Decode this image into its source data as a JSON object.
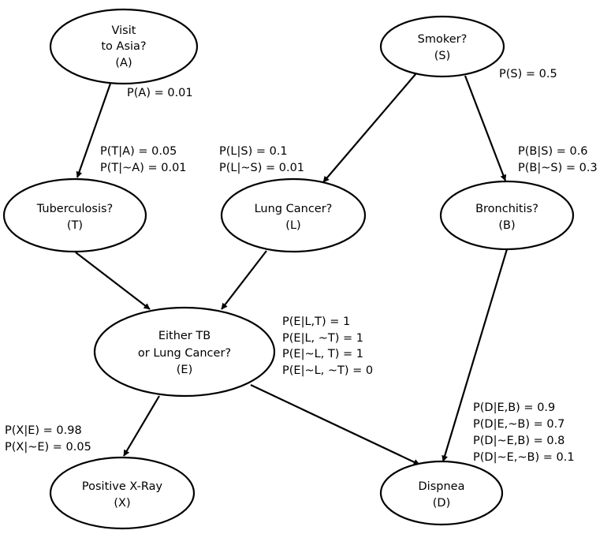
{
  "nodes": {
    "asia": {
      "lines": [
        "Visit",
        "to Asia?",
        "(A)"
      ]
    },
    "smoker": {
      "lines": [
        "Smoker?",
        "(S)"
      ]
    },
    "tb": {
      "lines": [
        "Tuberculosis?",
        "(T)"
      ]
    },
    "lung": {
      "lines": [
        "Lung Cancer?",
        "(L)"
      ]
    },
    "bronchitis": {
      "lines": [
        "Bronchitis?",
        "(B)"
      ]
    },
    "either": {
      "lines": [
        "Either TB",
        "or Lung Cancer?",
        "(E)"
      ]
    },
    "xray": {
      "lines": [
        "Positive X-Ray",
        "(X)"
      ]
    },
    "dispnea": {
      "lines": [
        "Dispnea",
        "(D)"
      ]
    }
  },
  "cpts": {
    "asia": [
      "P(A) = 0.01"
    ],
    "smoker": [
      "P(S) = 0.5"
    ],
    "tb": [
      "P(T|A) = 0.05",
      "P(T|~A) = 0.01"
    ],
    "lung": [
      "P(L|S) = 0.1",
      "P(L|~S) = 0.01"
    ],
    "bronchitis": [
      "P(B|S) = 0.6",
      "P(B|~S) = 0.3"
    ],
    "either": [
      "P(E|L,T) = 1",
      "P(E|L, ~T) = 1",
      "P(E|~L, T) = 1",
      "P(E|~L, ~T) = 0"
    ],
    "xray": [
      "P(X|E) = 0.98",
      "P(X|~E) = 0.05"
    ],
    "dispnea": [
      "P(D|E,B) = 0.9",
      "P(D|E,~B) = 0.7",
      "P(D|~E,B) = 0.8",
      "P(D|~E,~B) = 0.1"
    ]
  },
  "colors": {
    "stroke": "#000000",
    "background": "#ffffff"
  }
}
